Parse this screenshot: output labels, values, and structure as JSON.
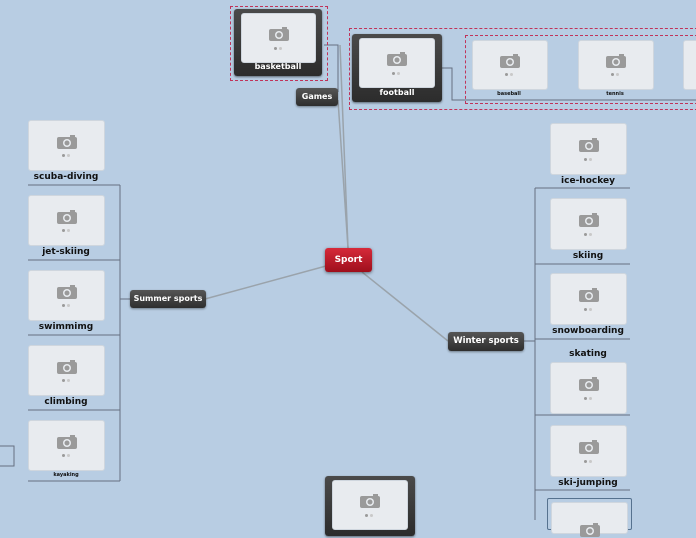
{
  "root": "Sport",
  "games": {
    "label": "Games",
    "basketball": "basketball",
    "football": "football",
    "football_children": [
      "baseball",
      "tennis"
    ]
  },
  "summer": {
    "label": "Summer sports",
    "items": [
      "scuba-diving",
      "jet-skiing",
      "swimmimg",
      "climbing",
      "kayaking"
    ]
  },
  "winter": {
    "label": "Winter sports",
    "items": [
      "ice-hockey",
      "skiing",
      "snowboarding",
      "skating",
      "ski-jumping"
    ]
  },
  "colors": {
    "background": "#b8cde3",
    "root": "#c41f2e",
    "dashed": "#c0335a"
  }
}
